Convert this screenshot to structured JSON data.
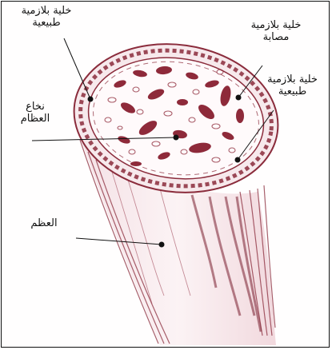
{
  "labels": {
    "normal_cell_top_left": {
      "line1": "خلية بلازمية",
      "line2": "طبيعية"
    },
    "infected_cell": {
      "line1": "خلية بلازمية",
      "line2": "مصابة"
    },
    "normal_cell_right": {
      "line1": "خلية بلازمية",
      "line2": "طبيعية"
    },
    "bone_marrow": {
      "line1": "نخاع",
      "line2": "العظام"
    },
    "bone": {
      "line1": "العظم"
    }
  },
  "colors": {
    "bone_stroke": "#8b2c3c",
    "cell_fill": "#8e2a3a",
    "leader_line": "#111111",
    "frame": "#111111"
  }
}
